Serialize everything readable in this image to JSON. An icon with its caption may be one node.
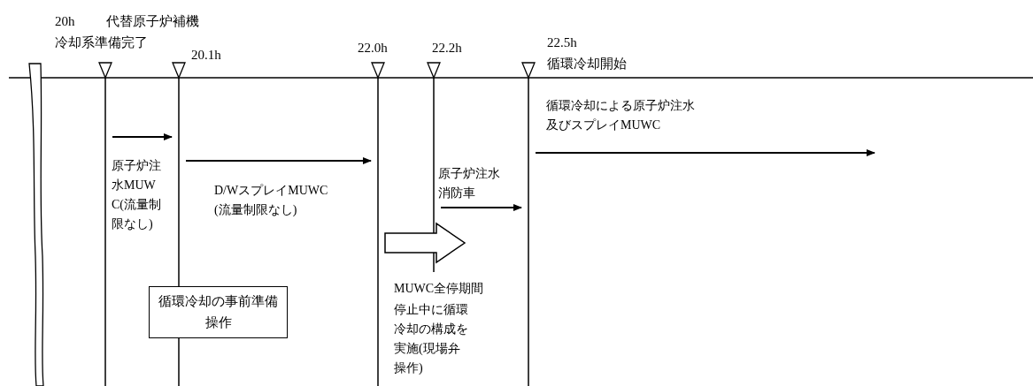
{
  "diagram": {
    "nodes": [
      {
        "text": [],
        "shape": "bar",
        "beside": [
          "20h",
          "代替原子炉補機冷却系準備完了"
        ]
      },
      {
        "text": [],
        "shape": "bar",
        "beside": [
          "20.1h"
        ]
      },
      {
        "text": [],
        "shape": "bar",
        "beside": [
          "22.0h"
        ]
      },
      {
        "text": [],
        "shape": "bar",
        "beside": [
          "22.2h"
        ]
      },
      {
        "text": [],
        "shape": "bar",
        "beside": [
          "22.5h",
          "循環冷却開始"
        ]
      },
      {
        "text": [
          "循環冷却の事前準備操作"
        ]
      }
    ],
    "edges": [
      {
        "from": 0,
        "to": 1,
        "arrow": "to",
        "label": "原子炉注水MUWC(流量制限なし)"
      },
      {
        "from": 1,
        "to": 2,
        "arrow": "to",
        "label": "D/WスプレイMUWC(流量制限なし)"
      },
      {
        "from": 3,
        "to": 4,
        "arrow": "to",
        "label": "原子炉注水消防車"
      },
      {
        "from": 4,
        "to": null,
        "arrow": "to",
        "label": "循環冷却による原子炉注水及びスプレイMUWC"
      },
      {
        "from": 2,
        "to": null,
        "arrow": "to",
        "style": "thick"
      }
    ],
    "labels": [
      "MUWC全停期間",
      "停止中に循環冷却の構成を実施(現場弁操作)"
    ]
  }
}
